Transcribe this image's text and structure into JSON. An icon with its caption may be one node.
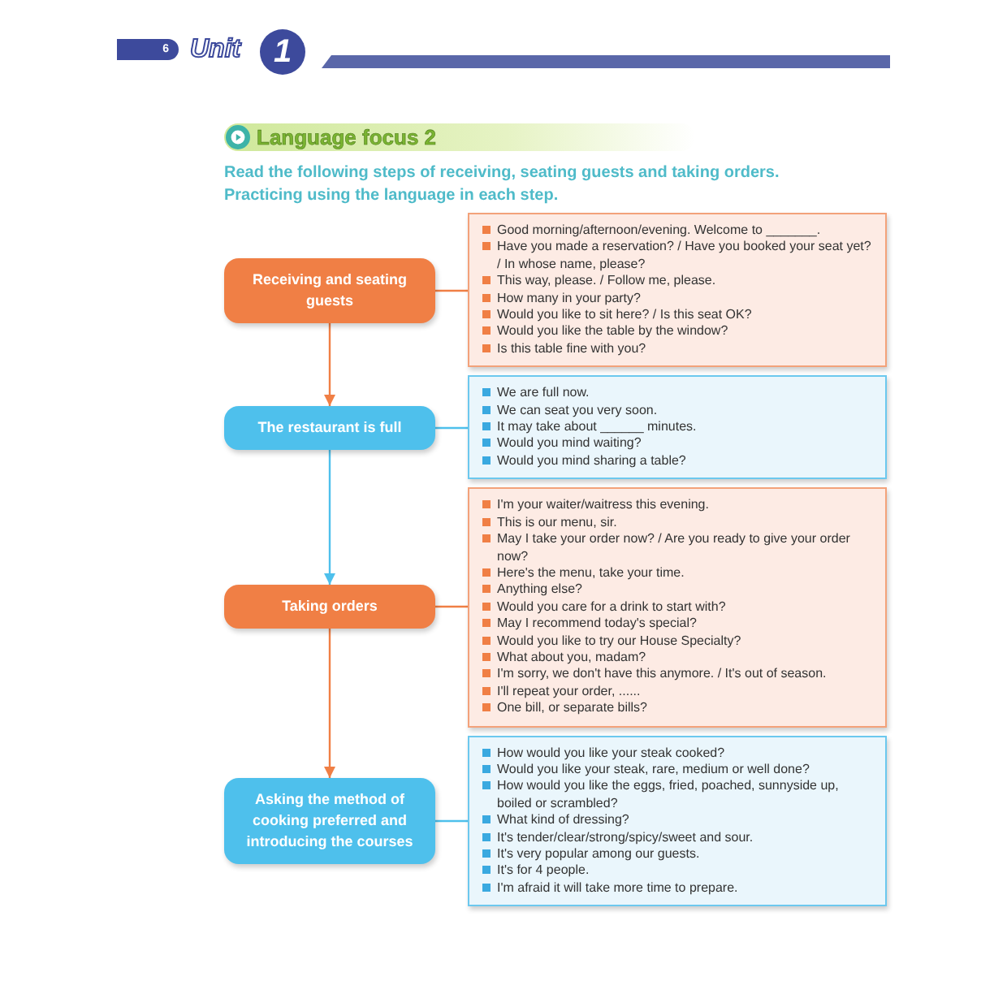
{
  "diagram": {
    "title": "Language focus 2",
    "nodes": [
      {
        "text": [
          "Receiving and seating guests"
        ]
      },
      {
        "text": [
          "The restaurant is full"
        ]
      },
      {
        "text": [
          "Taking orders"
        ]
      },
      {
        "text": [
          "Asking the method of cooking preferred and introducing the courses"
        ]
      },
      {
        "text": [
          "Good morning/afternoon/evening.  Welcome to _______.",
          "Have you made a reservation? / Have you booked your seat yet? / In whose name, please?",
          "This way, please. / Follow me, please.",
          "How many in your party?",
          "Would you like to sit here? / Is this seat OK?",
          "Would you like the table by the window?",
          "Is this table fine with you?"
        ]
      },
      {
        "text": [
          "We are full now.",
          "We can seat you very soon.",
          "It may take about ______ minutes.",
          "Would you mind waiting?",
          "Would you mind sharing a table?"
        ]
      },
      {
        "text": [
          "I'm your waiter/waitress this evening.",
          "This is our menu, sir.",
          "May I take your order now? / Are you ready to give your order now?",
          "Here's the menu, take your time.",
          "Anything else?",
          "Would you care for a drink to start with?",
          "May I recommend today's special?",
          "Would you like to try our House Specialty?",
          "What about you, madam?",
          "I'm sorry, we don't have this anymore. / It's out of season.",
          "I'll repeat your order, ......",
          "One bill, or separate bills?"
        ]
      },
      {
        "text": [
          "How would you like your steak cooked?",
          "Would you like your steak, rare, medium or well done?",
          "How would you like the eggs, fried, poached, sunnyside up, boiled or scrambled?",
          "What kind of dressing?",
          "It's tender/clear/strong/spicy/sweet and sour.",
          "It's very popular among our guests.",
          "It's for 4 people.",
          "I'm afraid it will take more time to prepare."
        ]
      }
    ],
    "edges": [
      {
        "from": 0,
        "to": 1,
        "arrow": "to"
      },
      {
        "from": 1,
        "to": 2,
        "arrow": "to",
        "color": "#4ec0ec"
      },
      {
        "from": 2,
        "to": 3,
        "arrow": "to"
      },
      {
        "from": 0,
        "to": 4,
        "arrow": "none"
      },
      {
        "from": 1,
        "to": 5,
        "arrow": "none",
        "color": "#4ec0ec"
      },
      {
        "from": 2,
        "to": 6,
        "arrow": "none"
      },
      {
        "from": 3,
        "to": 7,
        "arrow": "none",
        "color": "#4ec0ec"
      }
    ],
    "labels": [
      "6",
      "Unit",
      "1",
      "Read the following steps of receiving, seating guests and taking orders. Practicing using the language in each step."
    ]
  }
}
